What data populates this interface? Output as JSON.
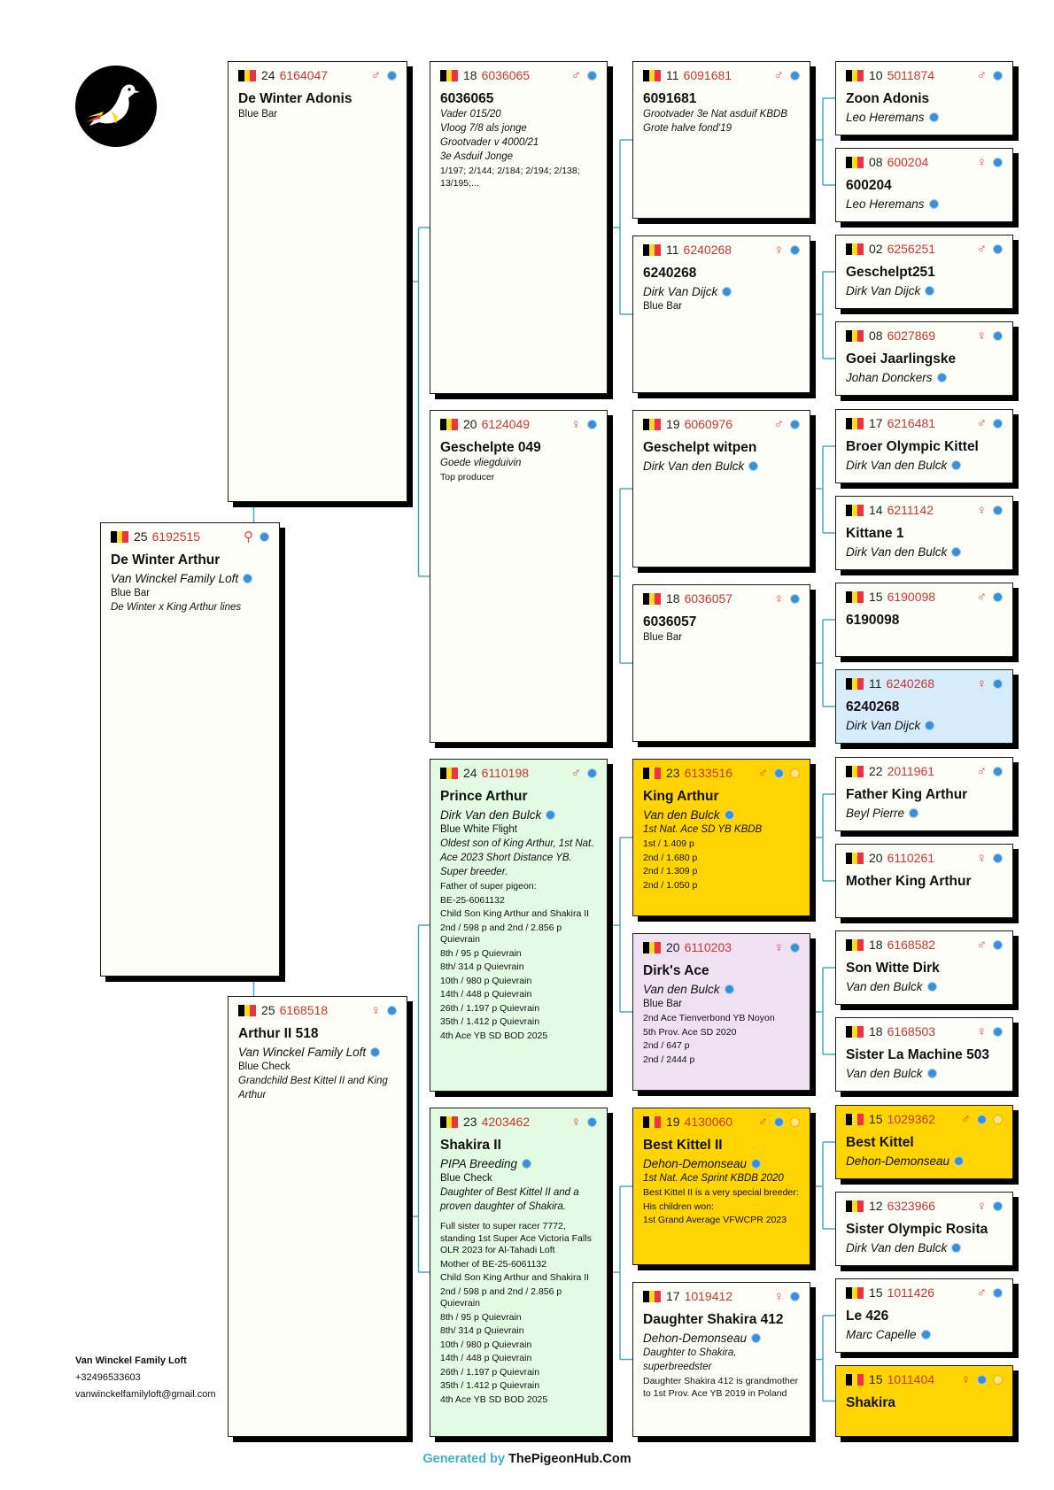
{
  "subject": {
    "year": "25",
    "ring": "6192515",
    "sex": "⚲",
    "name": "De Winter Arthur",
    "breeder": "Van Winckel Family Loft",
    "color": "Blue  Bar",
    "lines": [
      {
        "text": "De Winter x King Arthur lines",
        "style": "it"
      }
    ]
  },
  "sire": {
    "year": "24",
    "ring": "6164047",
    "sex": "♂",
    "name": "De Winter Adonis",
    "color": "Blue Bar"
  },
  "dam": {
    "year": "25",
    "ring": "6168518",
    "sex": "♀",
    "name": "Arthur II 518",
    "breeder": "Van Winckel Family Loft",
    "color": "Blue  Check",
    "lines": [
      {
        "text": "Grandchild Best Kittel II and King Arthur",
        "style": "it"
      }
    ]
  },
  "grandparents": [
    {
      "year": "18",
      "ring": "6036065",
      "sex": "♂",
      "name": "6036065",
      "lines": [
        {
          "text": "Vader 015/20",
          "style": "it"
        },
        {
          "text": "Vloog 7/8 als jonge",
          "style": "it"
        },
        {
          "text": "Grootvader v 4000/21",
          "style": "it"
        },
        {
          "text": "3e Asduif Jonge",
          "style": "it"
        },
        {
          "text": "1/197; 2/144; 2/184; 2/194; 2/138; 13/195;...",
          "style": "sm"
        }
      ]
    },
    {
      "year": "20",
      "ring": "6124049",
      "sex": "♀",
      "name": "Geschelpte 049",
      "lines": [
        {
          "text": "Goede vliegduivin",
          "style": "it"
        },
        {
          "text": "Top producer",
          "style": "sm"
        }
      ]
    },
    {
      "year": "24",
      "ring": "6110198",
      "sex": "♂",
      "name": "Prince Arthur",
      "breeder": "Dirk Van den Bulck",
      "color": "Blue White Flight",
      "lines": [
        {
          "text": "Oldest son of King Arthur, 1st Nat. Ace 2023 Short Distance YB. Super breeder.",
          "style": "it"
        },
        {
          "text": "Father of super pigeon:",
          "style": "sm"
        },
        {
          "text": "BE-25-6061132",
          "style": "sm"
        },
        {
          "text": "Child Son King Arthur and Shakira II",
          "style": "sm"
        },
        {
          "text": "2nd / 598 p and 2nd / 2.856 p Quievrain",
          "style": "sm"
        },
        {
          "text": "8th / 95 p Quievrain",
          "style": "sm"
        },
        {
          "text": "8th/ 314 p Quievrain",
          "style": "sm"
        },
        {
          "text": "10th / 980 p Quievrain",
          "style": "sm"
        },
        {
          "text": "14th / 448 p Quievrain",
          "style": "sm"
        },
        {
          "text": "26th / 1.197 p Quievrain",
          "style": "sm"
        },
        {
          "text": "35th / 1.412 p Quievrain",
          "style": "sm"
        },
        {
          "text": "4th Ace YB SD BOD 2025",
          "style": "sm"
        }
      ]
    },
    {
      "year": "23",
      "ring": "4203462",
      "sex": "♀",
      "name": "Shakira II",
      "breeder": "PIPA Breeding",
      "color": "Blue Check",
      "lines": [
        {
          "text": "Daughter of Best Kittel II and a proven daughter of Shakira.",
          "style": "it"
        },
        {
          "text": "Full sister to super racer 7772, standing 1st Super Ace Victoria Falls OLR 2023 for Al-Tahadi Loft",
          "style": "sm gap"
        },
        {
          "text": "Mother of BE-25-6061132",
          "style": "sm"
        },
        {
          "text": "Child Son King Arthur and Shakira II",
          "style": "sm"
        },
        {
          "text": "2nd / 598 p and 2nd / 2.856 p Quievrain",
          "style": "sm"
        },
        {
          "text": "8th / 95 p Quievrain",
          "style": "sm"
        },
        {
          "text": "8th/ 314 p Quievrain",
          "style": "sm"
        },
        {
          "text": "10th / 980 p Quievrain",
          "style": "sm"
        },
        {
          "text": "14th / 448 p Quievrain",
          "style": "sm"
        },
        {
          "text": "26th / 1.197 p Quievrain",
          "style": "sm"
        },
        {
          "text": "35th / 1.412 p Quievrain",
          "style": "sm"
        },
        {
          "text": "4th Ace YB SD BOD 2025",
          "style": "sm"
        }
      ]
    }
  ],
  "great_grandparents": [
    {
      "year": "11",
      "ring": "6091681",
      "sex": "♂",
      "name": "6091681",
      "lines": [
        {
          "text": "Grootvader 3e Nat asduif KBDB",
          "style": "it"
        },
        {
          "text": "Grote halve fond'19",
          "style": "it"
        }
      ]
    },
    {
      "year": "11",
      "ring": "6240268",
      "sex": "♀",
      "name": "6240268",
      "breeder": "Dirk Van Dijck",
      "color": "Blue Bar"
    },
    {
      "year": "19",
      "ring": "6060976",
      "sex": "♂",
      "name": "Geschelpt witpen",
      "breeder": "Dirk Van den Bulck"
    },
    {
      "year": "18",
      "ring": "6036057",
      "sex": "♀",
      "name": "6036057",
      "color": "Blue Bar"
    },
    {
      "year": "23",
      "ring": "6133516",
      "sex": "♂",
      "name": "King Arthur",
      "breeder": "Van den Bulck",
      "color": "",
      "lines": [
        {
          "text": "1st Nat. Ace SD YB KBDB",
          "style": "it"
        },
        {
          "text": "1st / 1.409 p",
          "style": "sm"
        },
        {
          "text": "2nd / 1.680 p",
          "style": "sm"
        },
        {
          "text": "2nd / 1.309 p",
          "style": "sm"
        },
        {
          "text": "2nd / 1.050 p",
          "style": "sm"
        }
      ]
    },
    {
      "year": "20",
      "ring": "6110203",
      "sex": "♀",
      "name": "Dirk's Ace",
      "breeder": "Van den Bulck",
      "color": "Blue  Bar",
      "lines": [
        {
          "text": "2nd Ace Tienverbond YB Noyon",
          "style": "sm"
        },
        {
          "text": "5th Prov. Ace SD 2020",
          "style": "sm"
        },
        {
          "text": "2nd / 647 p",
          "style": "sm"
        },
        {
          "text": "2nd / 2444 p",
          "style": "sm"
        }
      ]
    },
    {
      "year": "19",
      "ring": "4130060",
      "sex": "♂",
      "name": "Best Kittel II",
      "breeder": "Dehon-Demonseau",
      "lines": [
        {
          "text": "1st Nat. Ace Sprint KBDB 2020",
          "style": "it"
        },
        {
          "text": "Best Kittel II is a very special breeder:",
          "style": "sm"
        },
        {
          "text": "His children won:",
          "style": "sm"
        },
        {
          "text": "1st Grand Average VFWCPR 2023",
          "style": "sm"
        }
      ]
    },
    {
      "year": "17",
      "ring": "1019412",
      "sex": "♀",
      "name": "Daughter Shakira 412",
      "breeder": "Dehon-Demonseau",
      "lines": [
        {
          "text": "Daughter to Shakira, superbreedster",
          "style": "it"
        },
        {
          "text": "Daughter Shakira 412 is grandmother to 1st Prov. Ace YB 2019 in Poland",
          "style": "sm"
        }
      ]
    }
  ],
  "gen4": [
    {
      "year": "10",
      "ring": "5011874",
      "sex": "♂",
      "name": "Zoon Adonis",
      "breeder": "Leo Heremans"
    },
    {
      "year": "08",
      "ring": "600204",
      "sex": "♀",
      "name": "600204",
      "breeder": "Leo Heremans"
    },
    {
      "year": "02",
      "ring": "6256251",
      "sex": "♂",
      "name": "Geschelpt251",
      "breeder": "Dirk Van Dijck"
    },
    {
      "year": "08",
      "ring": "6027869",
      "sex": "♀",
      "name": "Goei Jaarlingske",
      "breeder": "Johan Donckers"
    },
    {
      "year": "17",
      "ring": "6216481",
      "sex": "♂",
      "name": "Broer Olympic Kittel",
      "breeder": "Dirk Van den Bulck"
    },
    {
      "year": "14",
      "ring": "6211142",
      "sex": "♀",
      "name": "Kittane 1",
      "breeder": "Dirk Van den Bulck"
    },
    {
      "year": "15",
      "ring": "6190098",
      "sex": "♂",
      "name": "6190098"
    },
    {
      "year": "11",
      "ring": "6240268",
      "sex": "♀",
      "name": "6240268",
      "breeder": "Dirk Van Dijck"
    },
    {
      "year": "22",
      "ring": "2011961",
      "sex": "♂",
      "name": "Father King Arthur",
      "breeder": "Beyl Pierre"
    },
    {
      "year": "20",
      "ring": "6110261",
      "sex": "♀",
      "name": "Mother King Arthur"
    },
    {
      "year": "18",
      "ring": "6168582",
      "sex": "♂",
      "name": "Son Witte Dirk",
      "breeder": "Van den Bulck"
    },
    {
      "year": "18",
      "ring": "6168503",
      "sex": "♀",
      "name": "Sister La Machine 503",
      "breeder": "Van den Bulck"
    },
    {
      "year": "15",
      "ring": "1029362",
      "sex": "♂",
      "name": "Best Kittel",
      "breeder": "Dehon-Demonseau"
    },
    {
      "year": "12",
      "ring": "6323966",
      "sex": "♀",
      "name": "Sister Olympic Rosita",
      "breeder": "Dirk Van den Bulck"
    },
    {
      "year": "15",
      "ring": "1011426",
      "sex": "♂",
      "name": "Le 426",
      "breeder": "Marc Capelle"
    },
    {
      "year": "15",
      "ring": "1011404",
      "sex": "♀",
      "name": "Shakira"
    }
  ],
  "contact": {
    "name": "Van Winckel Family Loft",
    "phone": "+32496533603",
    "email": "vanwinckelfamilyloft@gmail.com"
  },
  "generated": {
    "by": "Generated by",
    "site": "ThePigeonHub.Com"
  },
  "colors": {
    "card_default": "#fdfdf8",
    "green": "#e3fbe3",
    "yellow": "#ffd400",
    "lilac": "#efe1f2",
    "light_blue": "#d6ecfb",
    "ring_red": "#c8382e",
    "sex_red": "#e04646",
    "connector": "#4aa9bd",
    "globe_blue": "#3b8fd6"
  },
  "icons": {
    "flag": "belgium-flag-icon",
    "globe": "globe-icon",
    "coin": "gold-coin-icon",
    "logo": "pigeon-logo"
  }
}
